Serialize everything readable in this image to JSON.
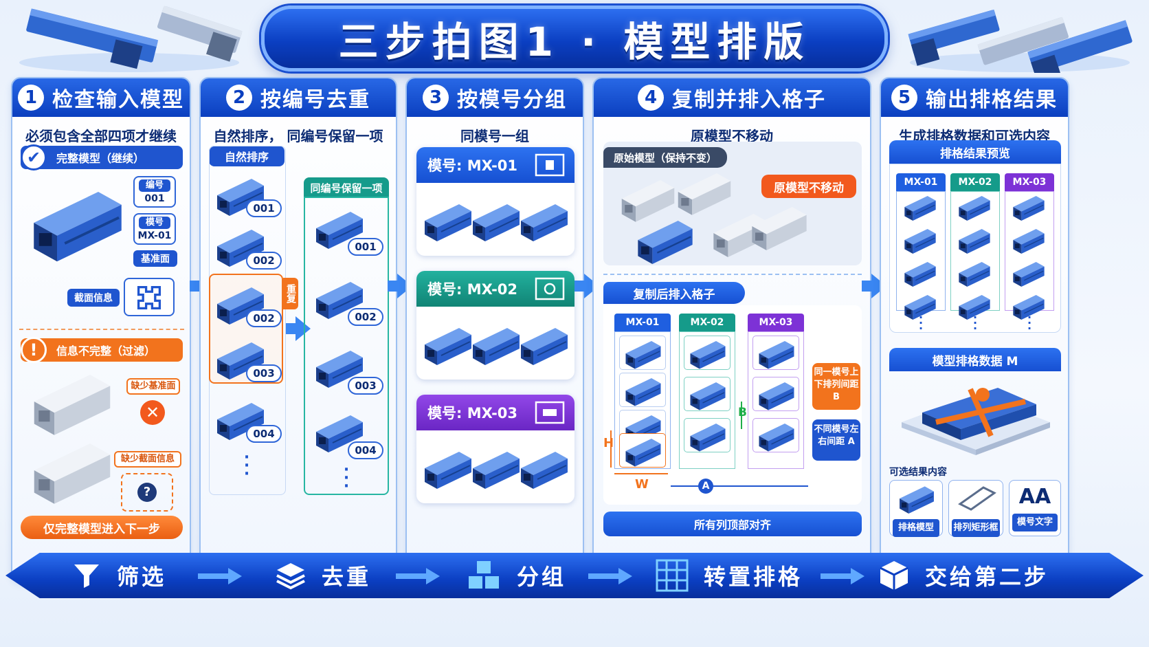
{
  "title": "三步拍图1 · 模型排版",
  "columns": [
    {
      "num": "1",
      "title": "检查输入模型",
      "subtitle": "必须包含全部四项才继续"
    },
    {
      "num": "2",
      "title": "按编号去重",
      "subtitle": "自然排序， 同编号保留一项"
    },
    {
      "num": "3",
      "title": "按模号分组",
      "subtitle": "同模号一组"
    },
    {
      "num": "4",
      "title": "复制并排入格子",
      "subtitle": "原模型不移动"
    },
    {
      "num": "5",
      "title": "输出排格结果",
      "subtitle": "生成排格数据和可选内容"
    }
  ],
  "col1": {
    "complete_label": "完整模型（继续）",
    "tag_id_title": "编号",
    "tag_id_value": "001",
    "tag_mold_title": "模号",
    "tag_mold_value": "MX-01",
    "tag_plane": "基准面",
    "tag_section": "截面信息",
    "incomplete_label": "信息不完整（过滤）",
    "missing_plane": "缺少基准面",
    "missing_section": "缺少截面信息",
    "question": "?",
    "footer": "仅完整模型进入下一步"
  },
  "col2": {
    "sorted_label": "自然排序",
    "sorted_ids": [
      "001",
      "002",
      "002",
      "003",
      "004"
    ],
    "dup_label": "重复",
    "kept_label": "同编号保留一项",
    "kept_ids": [
      "001",
      "002",
      "003",
      "004"
    ],
    "more": "⋮"
  },
  "col3": {
    "groups": [
      {
        "label": "模号: MX-01",
        "color": "#1f5fe0"
      },
      {
        "label": "模号: MX-02",
        "color": "#159b8a"
      },
      {
        "label": "模号: MX-03",
        "color": "#7d32d6"
      }
    ]
  },
  "col4": {
    "original_label": "原始模型（保持不变）",
    "original_note": "原模型不移动",
    "copy_label": "复制后排入格子",
    "grid_headers": [
      {
        "label": "MX-01",
        "color": "#1f5fe0"
      },
      {
        "label": "MX-02",
        "color": "#159b8a"
      },
      {
        "label": "MX-03",
        "color": "#7d32d6"
      }
    ],
    "note_b": "同一模号上下排列间距 B",
    "note_a": "不同模号左右间距 A",
    "letter_h": "H",
    "letter_w": "W",
    "letter_b": "B",
    "letter_a": "A",
    "footer": "所有列顶部对齐"
  },
  "col5": {
    "preview_label": "排格结果预览",
    "preview_headers": [
      {
        "label": "MX-01",
        "color": "#1f5fe0"
      },
      {
        "label": "MX-02",
        "color": "#159b8a"
      },
      {
        "label": "MX-03",
        "color": "#7d32d6"
      }
    ],
    "data_label": "模型排格数据 M",
    "optional_label": "可选结果内容",
    "options": [
      "排格模型",
      "排列矩形框",
      "模号文字"
    ],
    "aa": "AA"
  },
  "bottom_steps": [
    "筛选",
    "去重",
    "分组",
    "转置排格",
    "交给第二步"
  ]
}
